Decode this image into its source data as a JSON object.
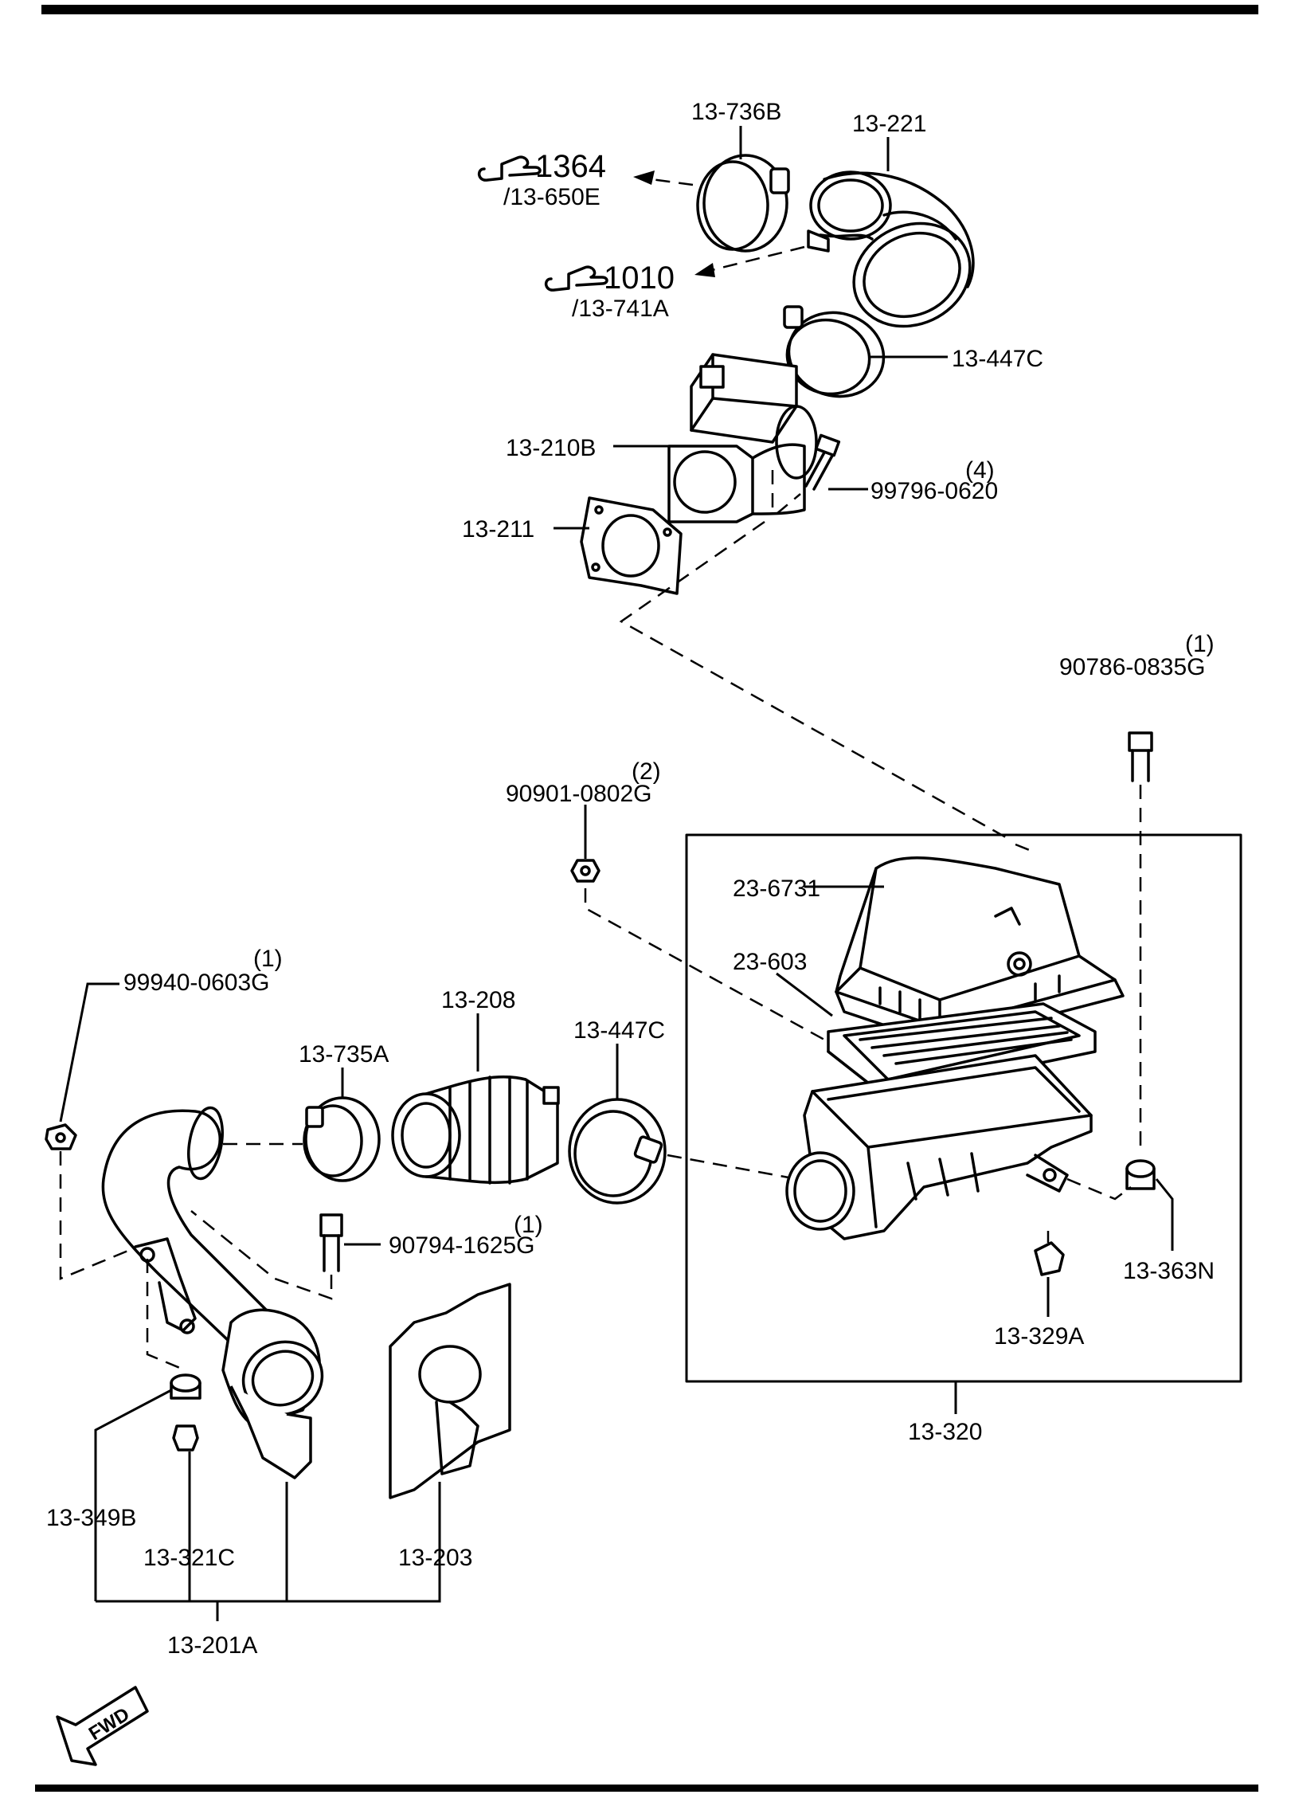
{
  "parts": {
    "p13_736B": "13-736B",
    "p13_221": "13-221",
    "ref1364_num": "1364",
    "ref1364_sub": "/13-650E",
    "ref1010_num": "1010",
    "ref1010_sub": "/13-741A",
    "p13_447C_top": "13-447C",
    "p13_210B": "13-210B",
    "p99796_0620": "99796-0620",
    "qty_99796": "(4)",
    "p13_211": "13-211",
    "p90786_0835G": "90786-0835G",
    "qty_90786": "(1)",
    "p90901_0802G": "90901-0802G",
    "qty_90901": "(2)",
    "p23_6731": "23-6731",
    "p23_603": "23-603",
    "p99940_0603G": "99940-0603G",
    "qty_99940": "(1)",
    "p13_208": "13-208",
    "p13_447C_mid": "13-447C",
    "p13_735A": "13-735A",
    "p90794_1625G": "90794-1625G",
    "qty_90794": "(1)",
    "p13_363N": "13-363N",
    "p13_329A": "13-329A",
    "p13_320": "13-320",
    "p13_349B": "13-349B",
    "p13_321C": "13-321C",
    "p13_203": "13-203",
    "p13_201A": "13-201A"
  },
  "fwd_label": "FWD",
  "icons": {
    "reference": "pointing-hand-icon",
    "direction": "fwd-arrow-icon"
  }
}
